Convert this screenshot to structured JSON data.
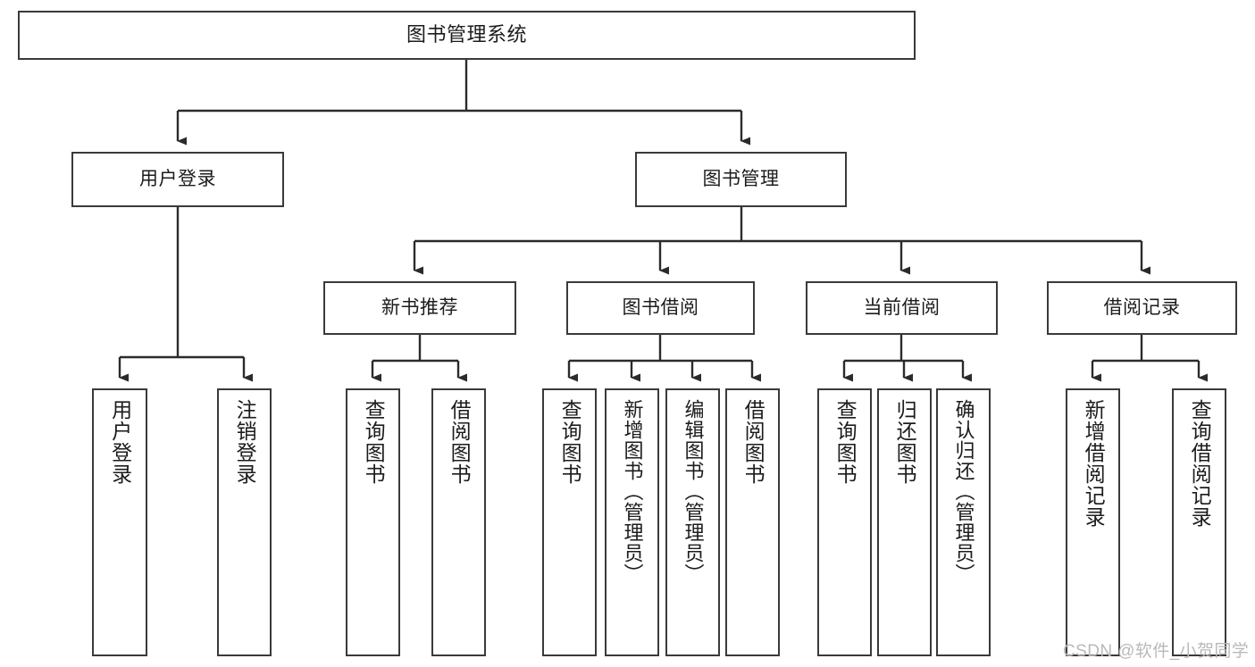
{
  "diagram": {
    "title": "图书管理系统",
    "type": "tree-hierarchy",
    "orientation": "top-down",
    "colors": {
      "box_border": "#3a3a3a",
      "box_fill": "#ffffff",
      "connector": "#2b2b2b",
      "text": "#1c1c1c",
      "watermark": "#b9b9b9",
      "background": "#ffffff"
    }
  },
  "nodes": {
    "root": {
      "label": "图书管理系统"
    },
    "level1": [
      {
        "label": "用户登录"
      },
      {
        "label": "图书管理"
      }
    ],
    "level2": [
      {
        "label": "新书推荐"
      },
      {
        "label": "图书借阅"
      },
      {
        "label": "当前借阅"
      },
      {
        "label": "借阅记录"
      }
    ],
    "leaves": {
      "user_login": [
        {
          "label": "用户登录"
        },
        {
          "label": "注销登录"
        }
      ],
      "new_book_recommend": [
        {
          "label": "查询图书"
        },
        {
          "label": "借阅图书"
        }
      ],
      "book_borrow": [
        {
          "label": "查询图书"
        },
        {
          "label": "新增图书（管理员）"
        },
        {
          "label": "编辑图书（管理员）"
        },
        {
          "label": "借阅图书"
        }
      ],
      "current_borrow": [
        {
          "label": "查询图书"
        },
        {
          "label": "归还图书"
        },
        {
          "label": "确认归还（管理员）"
        }
      ],
      "borrow_record": [
        {
          "label": "新增借阅记录"
        },
        {
          "label": "查询借阅记录"
        }
      ]
    }
  },
  "watermark": {
    "text": "CSDN @软件_小贺同学"
  }
}
